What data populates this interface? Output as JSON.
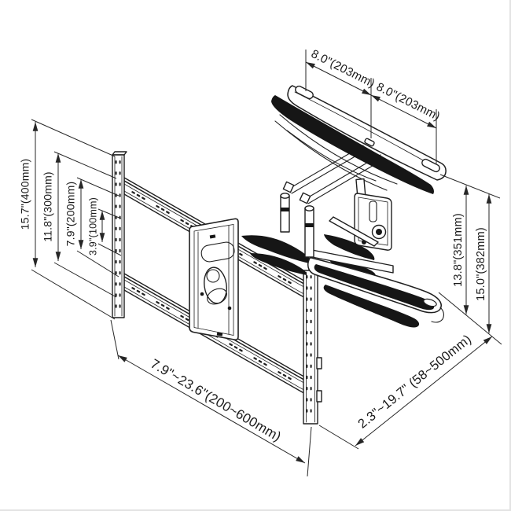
{
  "diagram": {
    "title": "Articulating TV wall mount - dimensional drawing",
    "stroke_color": "#1f1f1f",
    "background": "#ffffff",
    "dim_labels": {
      "top_left_span": "8.0\"(203mm)",
      "top_right_span": "8.0\"(203mm)",
      "vesa_400": "15.7\"(400mm)",
      "vesa_300": "11.8\"(300mm)",
      "vesa_200": "7.9\"(200mm)",
      "vesa_100": "3.9\"(100mm)",
      "arm_height": "13.8\"(351mm)",
      "plate_height": "15.0\"(382mm)",
      "rail_width_range": "7.9\"~23.6\"(200~600mm)",
      "extension_range": "2.3\"~19.7\" (58~500mm)"
    }
  }
}
